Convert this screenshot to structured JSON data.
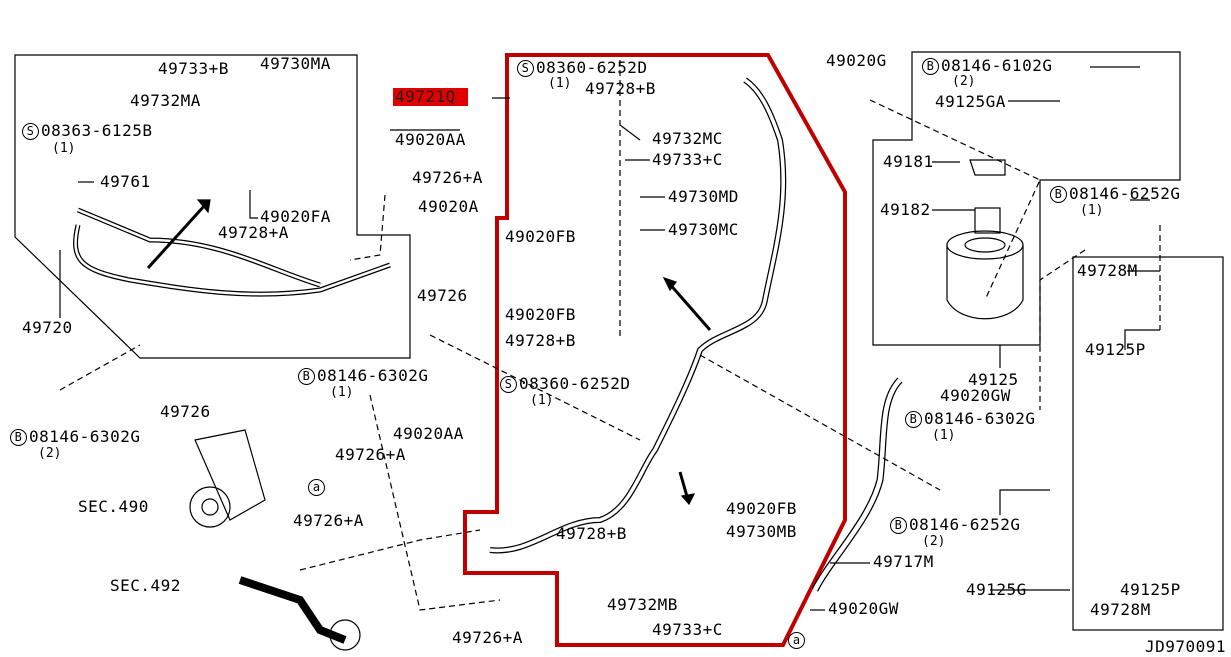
{
  "diagram": {
    "highlighted_part": "49721Q",
    "highlight_color": "#e00000",
    "outline_color": "#c00000",
    "footer_code": "JD970091",
    "section_refs": [
      "SEC.490",
      "SEC.492"
    ],
    "markers": [
      "a",
      "a"
    ],
    "labels": {
      "l49733B": "49733+B",
      "l49730MA": "49730MA",
      "l49732MA": "49732MA",
      "s08363": "08363-6125B",
      "s08363q": "(1)",
      "l49761": "49761",
      "l49020FA": "49020FA",
      "l49728A": "49728+A",
      "l49720": "49720",
      "l49020AA_1": "49020AA",
      "l49726A_1": "49726+A",
      "l49020A": "49020A",
      "l49726_1": "49726",
      "s08360_1": "08360-6252D",
      "s08360_1q": "(1)",
      "l49728B_1": "49728+B",
      "l49732MC": "49732MC",
      "l49733C_1": "49733+C",
      "l49730MD": "49730MD",
      "l49020FB_1": "49020FB",
      "l49730MC": "49730MC",
      "l49020FB_2": "49020FB",
      "l49728B_2": "49728+B",
      "s08360_2": "08360-6252D",
      "s08360_2q": "(1)",
      "b08146_6302_1": "08146-6302G",
      "b08146_6302_1q": "(1)",
      "l49020AA_2": "49020AA",
      "l49726_2": "49726",
      "b08146_6302_2": "08146-6302G",
      "b08146_6302_2q": "(2)",
      "l49726A_2": "49726+A",
      "l49726A_3": "49726+A",
      "l49020FB_3": "49020FB",
      "l49730MB": "49730MB",
      "l49728B_3": "49728+B",
      "l49732MB": "49732MB",
      "l49733C_2": "49733+C",
      "l49726A_4": "49726+A",
      "l49020G": "49020G",
      "b08146_6102": "08146-6102G",
      "b08146_6102q": "(2)",
      "l49125GA": "49125GA",
      "l49181": "49181",
      "l49182": "49182",
      "b08146_6252_1": "08146-6252G",
      "b08146_6252_1q": "(1)",
      "l49728M_1": "49728M",
      "l49125P_1": "49125P",
      "l49125": "49125",
      "l49020GW_1": "49020GW",
      "b08146_6302_3": "08146-6302G",
      "b08146_6302_3q": "(1)",
      "b08146_6252_2": "08146-6252G",
      "b08146_6252_2q": "(2)",
      "l49717M": "49717M",
      "l49125G": "49125G",
      "l49125P_2": "49125P",
      "l49728M_2": "49728M",
      "l49020GW_2": "49020GW"
    },
    "prefix_s": "S",
    "prefix_b": "B"
  }
}
